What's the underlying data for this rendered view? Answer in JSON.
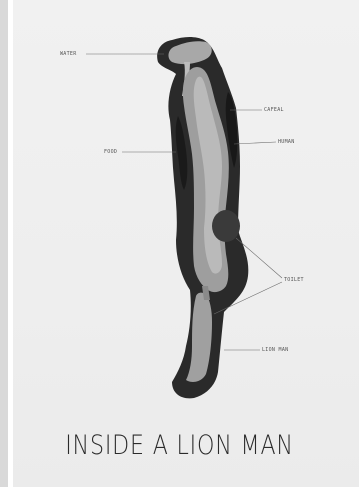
{
  "poster": {
    "title": "INSIDE A LION MAN",
    "labels": {
      "water": "WATER",
      "food": "FOOD",
      "cafeful": "CAFEAL",
      "human": "HUMAN",
      "toilet": "TOILET",
      "lion_man": "LION MAN"
    }
  }
}
